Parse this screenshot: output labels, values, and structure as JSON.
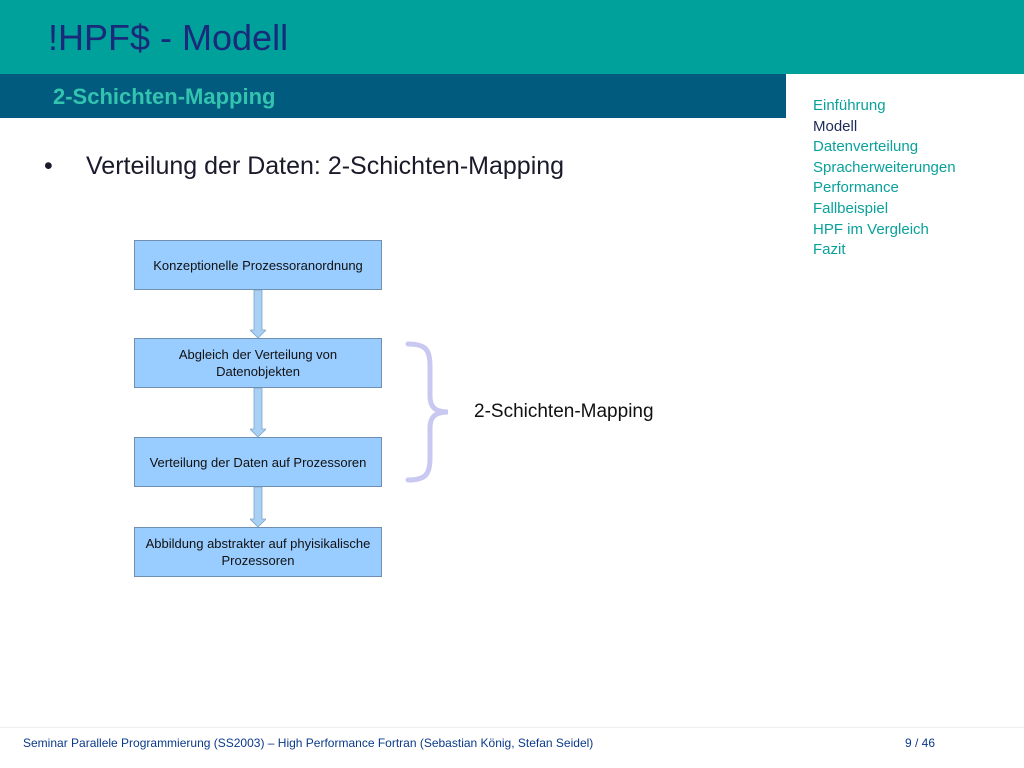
{
  "header": {
    "title": "!HPF$ - Modell",
    "subtitle": "2-Schichten-Mapping"
  },
  "nav": {
    "items": [
      {
        "label": "Einführung",
        "active": false
      },
      {
        "label": "Modell",
        "active": true
      },
      {
        "label": "Datenverteilung",
        "active": false
      },
      {
        "label": "Spracherweiterungen",
        "active": false
      },
      {
        "label": "Performance",
        "active": false
      },
      {
        "label": "Fallbeispiel",
        "active": false
      },
      {
        "label": "HPF im Vergleich",
        "active": false
      },
      {
        "label": "Fazit",
        "active": false
      }
    ]
  },
  "content": {
    "bullet_marker": "•",
    "bullet": "Verteilung der Daten:  2-Schichten-Mapping",
    "diagram": {
      "boxes": [
        "Konzeptionelle Prozessoranordnung",
        "Abgleich der Verteilung von Datenobjekten",
        "Verteilung der Daten auf Prozessoren",
        "Abbildung abstrakter auf phyisikalische Prozessoren"
      ],
      "brace_label": "2-Schichten-Mapping"
    }
  },
  "footer": {
    "text": "Seminar Parallele Programmierung (SS2003) – High Performance Fortran (Sebastian König, Stefan Seidel)",
    "page": "9 / 46"
  },
  "colors": {
    "header_bar": "#00a19b",
    "subheader_bar": "#005b7e",
    "title": "#1a2a7a",
    "subtitle": "#33c4b0",
    "nav_link": "#0aa19a",
    "nav_active": "#1a2a5a",
    "box_fill": "#99ccff",
    "brace": "#c8c8f0"
  }
}
